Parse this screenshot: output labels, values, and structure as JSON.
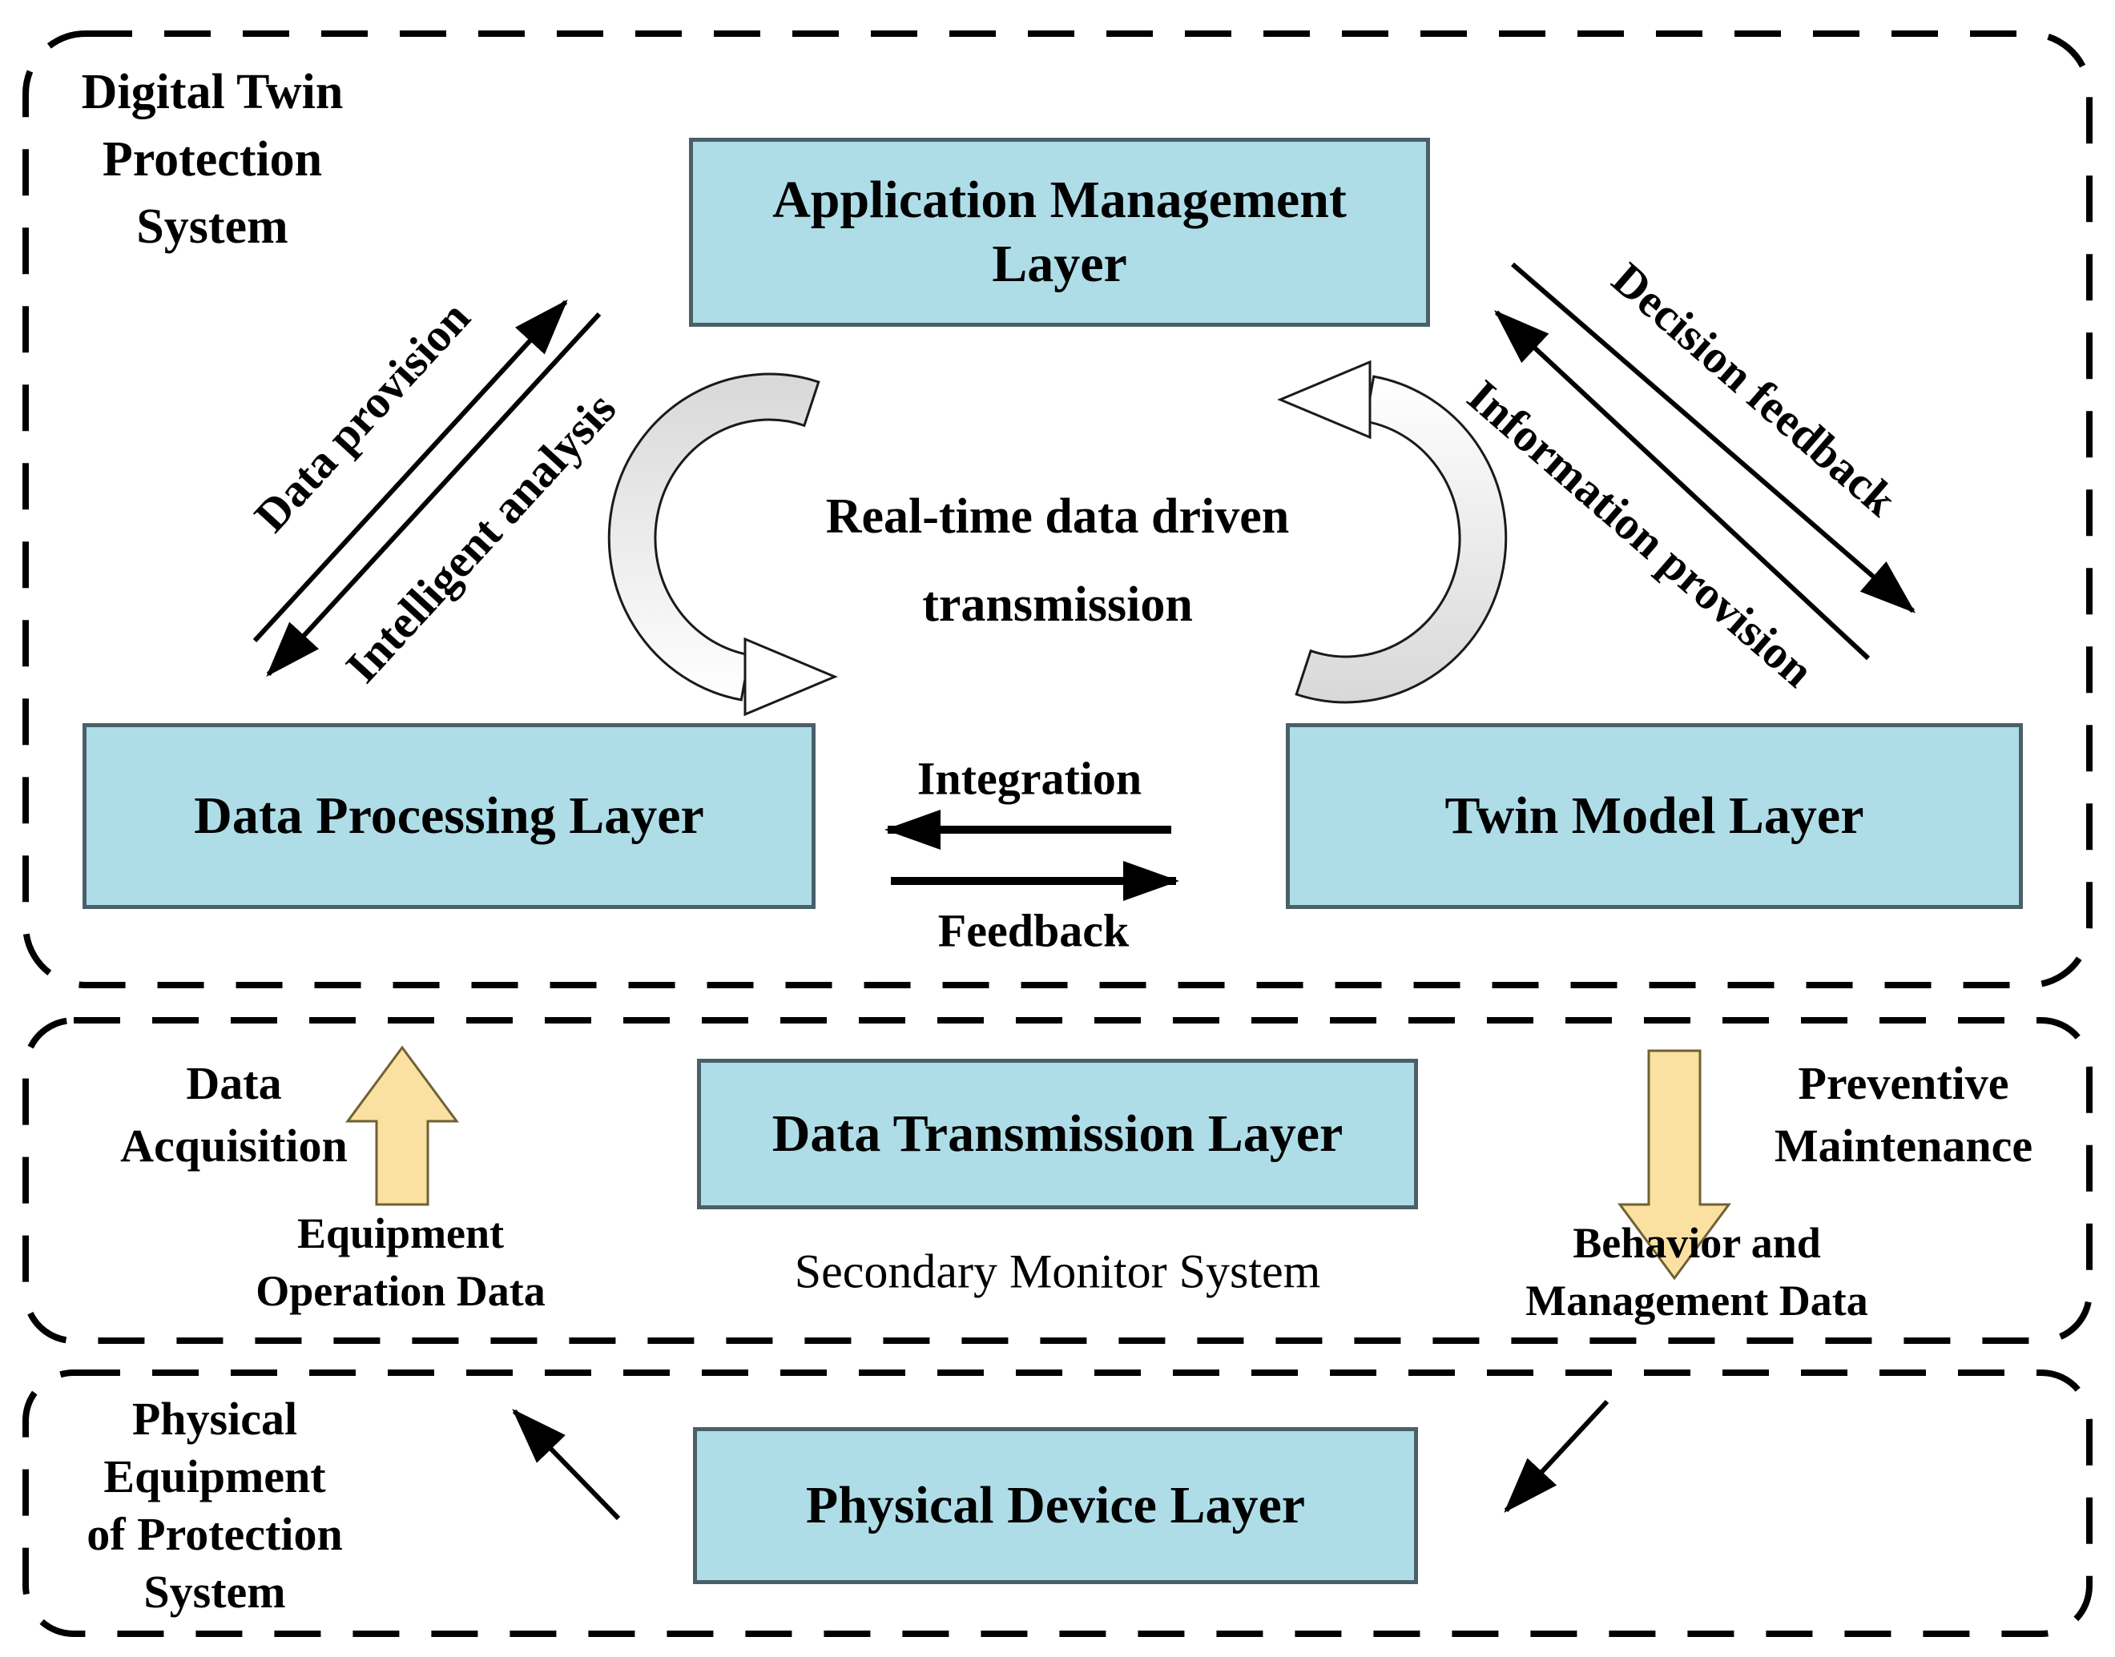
{
  "title": "Digital twin protection system architecture diagram",
  "colors": {
    "box_fill": "#aedde8",
    "box_border": "#4a6069",
    "block_arrow_fill": "#fbe1a1",
    "block_arrow_border": "#6f6132",
    "ribbon_fill": "#d8d8d8",
    "ink": "#000000",
    "background": "#ffffff"
  },
  "sections": {
    "top": {
      "label": "Digital Twin\nProtection\nSystem"
    },
    "middle": {
      "label": "Secondary Monitor System"
    },
    "bottom": {
      "label": "Physical\nEquipment\nof Protection\nSystem"
    }
  },
  "boxes": {
    "application": "Application Management\nLayer",
    "data_processing": "Data Processing Layer",
    "twin_model": "Twin Model Layer",
    "data_transmission": "Data Transmission Layer",
    "physical_device": "Physical Device Layer"
  },
  "flows": {
    "data_provision": "Data provision",
    "intelligent_analysis": "Intelligent analysis",
    "decision_feedback": "Decision feedback",
    "information_provision": "Information provision",
    "realtime_cycle": "Real-time data driven\ntransmission",
    "integration": "Integration",
    "feedback": "Feedback",
    "data_acquisition": "Data\nAcquisition",
    "equipment_operation": "Equipment\nOperation Data",
    "preventive_maintenance": "Preventive\nMaintenance",
    "behavior_management": "Behavior and\nManagement Data"
  }
}
